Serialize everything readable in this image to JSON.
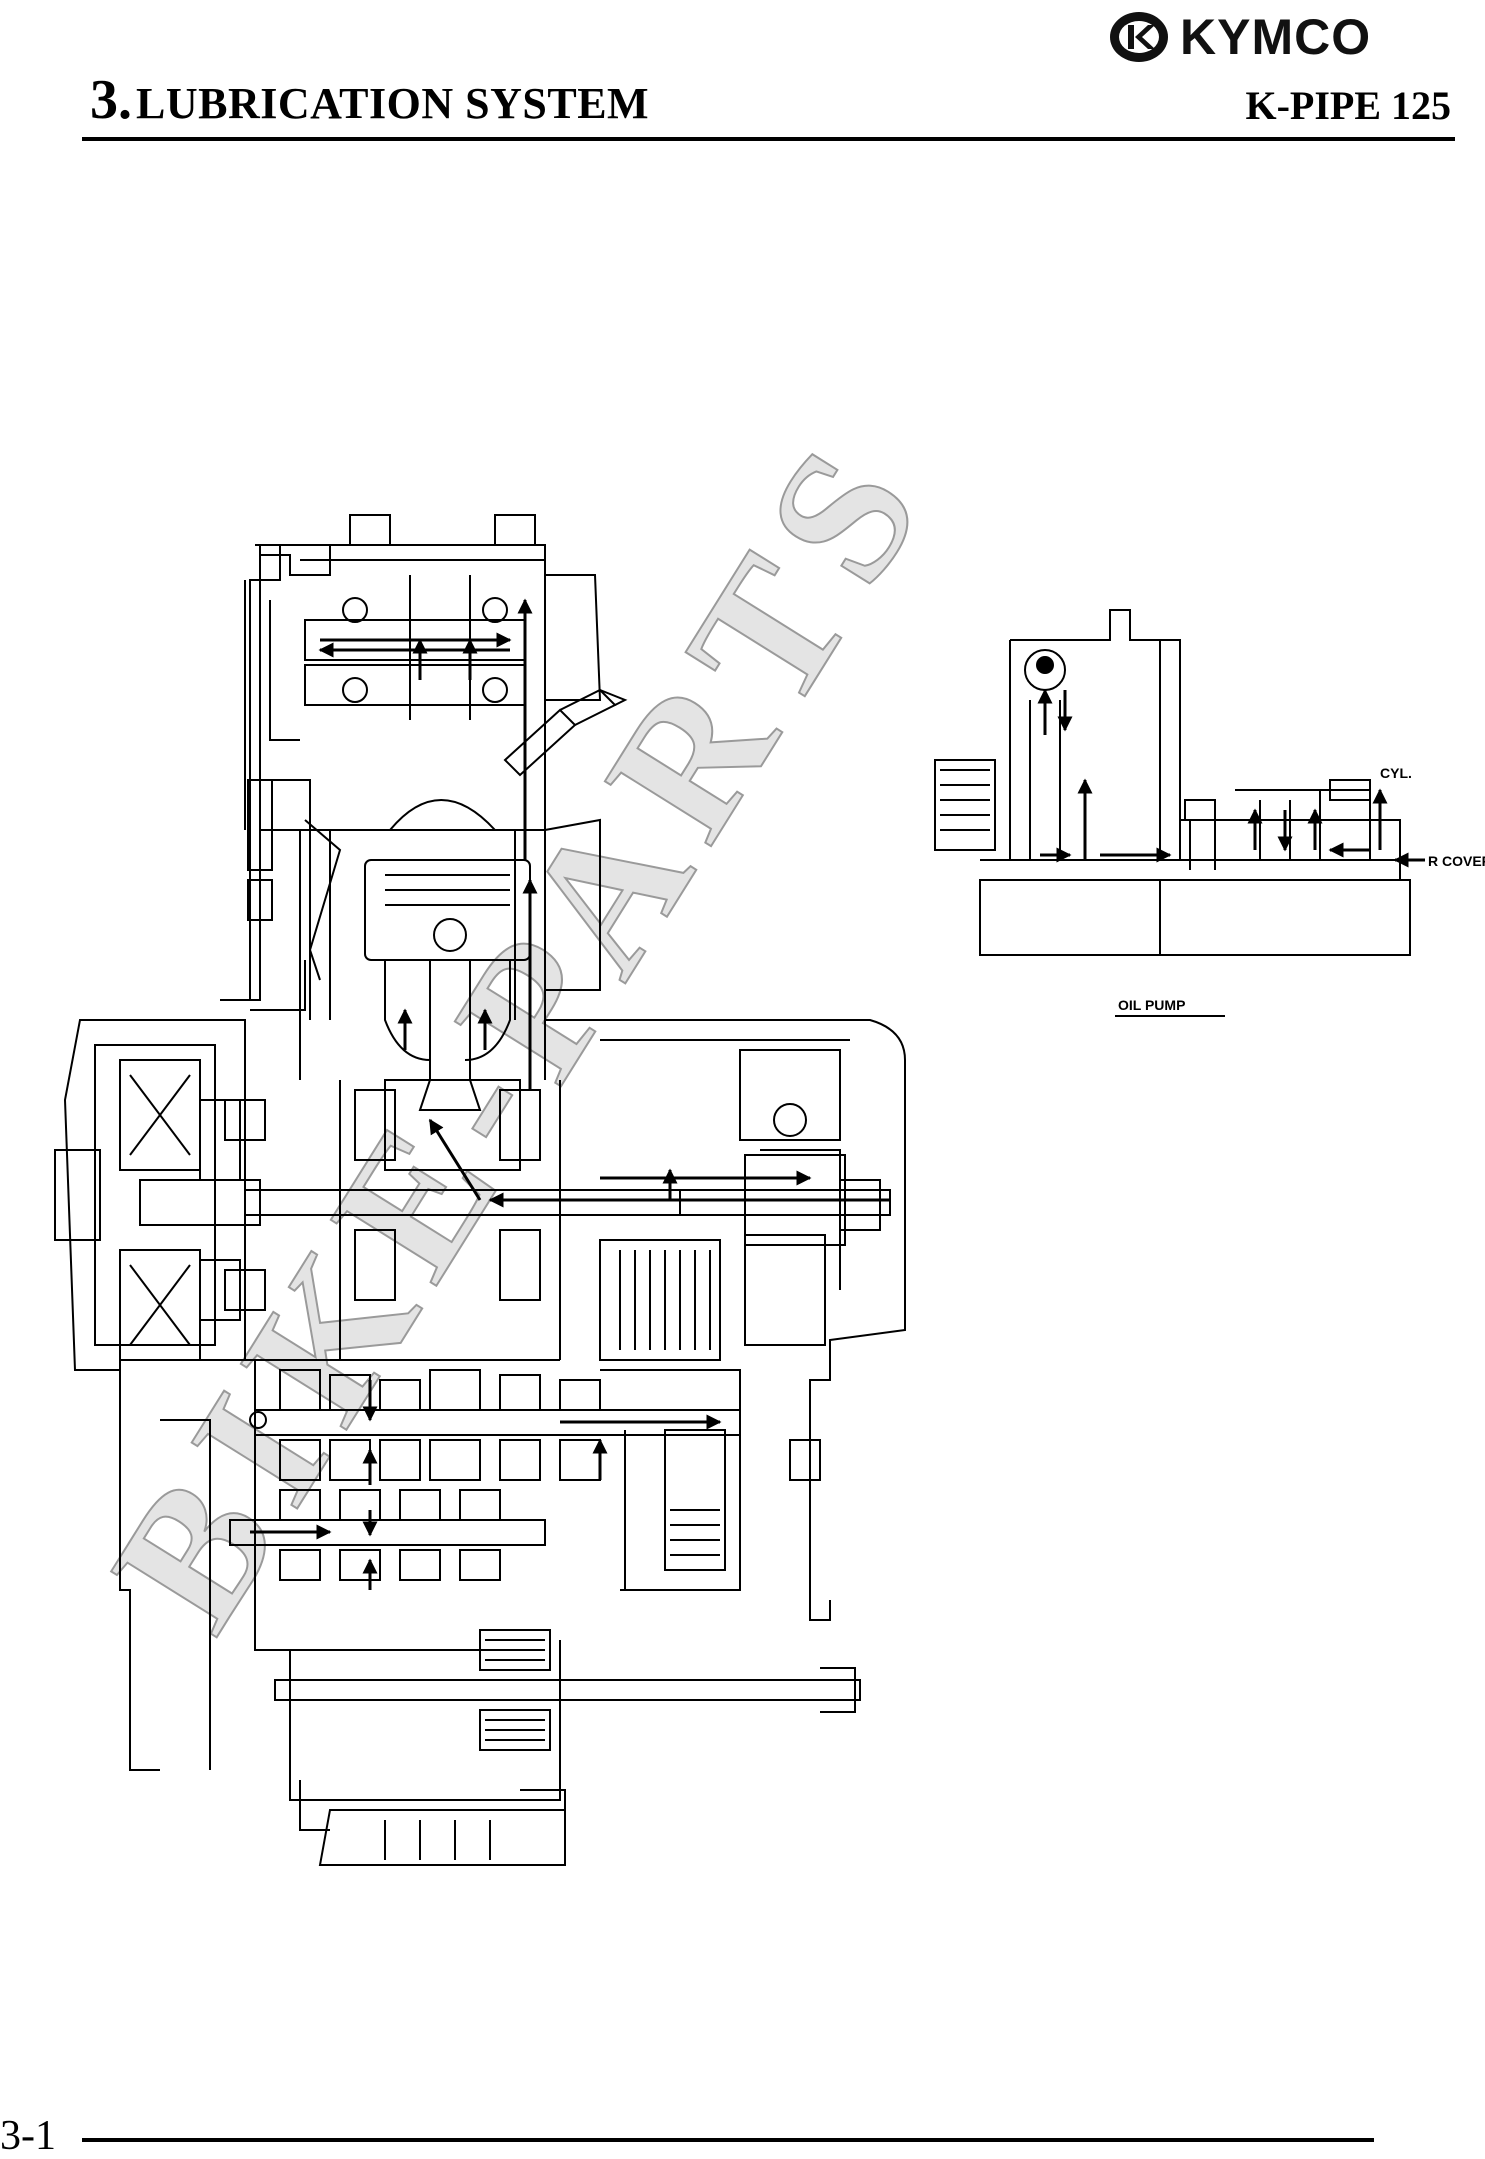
{
  "header": {
    "brand": "KYMCO",
    "section_number": "3.",
    "section_title": "LUBRICATION SYSTEM",
    "model": "K-PIPE 125"
  },
  "diagram": {
    "labels": {
      "cyl": "CYL.",
      "r_cover": "R COVER",
      "oil_pump": "OIL PUMP"
    },
    "watermark": "BIKE-PARTS"
  },
  "footer": {
    "page_number": "3-1"
  }
}
